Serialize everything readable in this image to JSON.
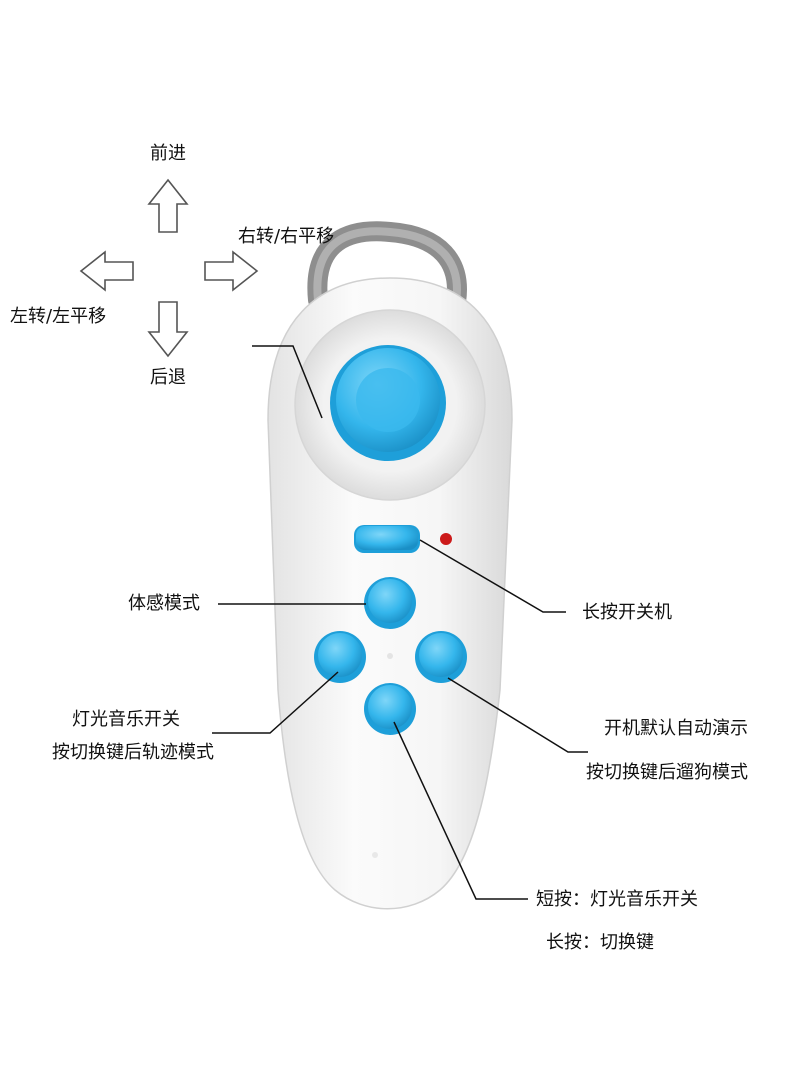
{
  "directions": {
    "forward": "前进",
    "right": "右转/右平移",
    "left": "左转/左平移",
    "back": "后退"
  },
  "callouts": {
    "power": "长按开关机",
    "motion": "体感模式",
    "left_button_line1": "灯光音乐开关",
    "left_button_line2": "按切换键后轨迹模式",
    "right_button_line1": "开机默认自动演示",
    "right_button_line2": "按切换键后遛狗模式",
    "bottom_button_line1": "短按：灯光音乐开关",
    "bottom_button_line2": "长按：切换键"
  },
  "colors": {
    "button_blue": "#35b8ee",
    "body_white": "#f3f3f3",
    "strap_gray": "#8c8c8c",
    "led_red": "#cc1a1a"
  }
}
